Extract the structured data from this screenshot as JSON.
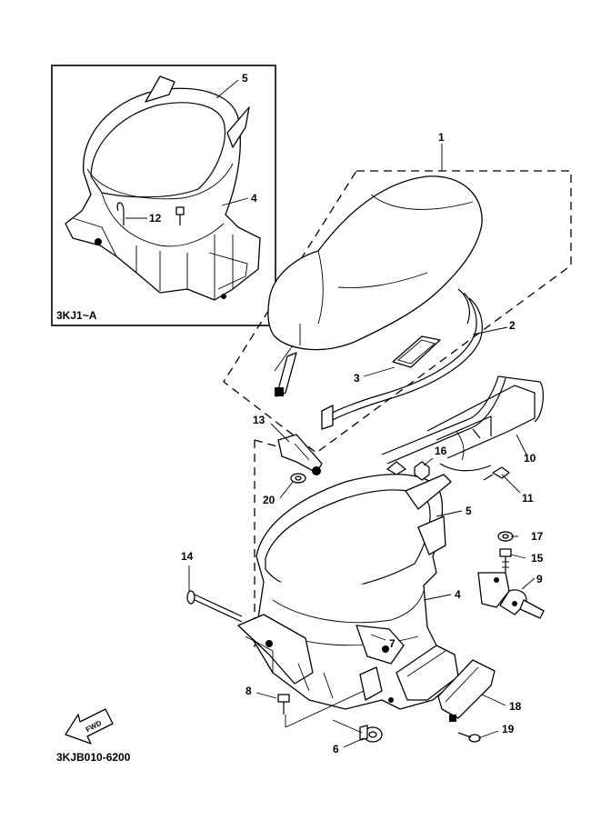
{
  "diagram": {
    "inset_label": "3KJ1~A",
    "drawing_number": "3KJB010-6200",
    "fwd_label": "FWD",
    "callouts": {
      "c1": "1",
      "c2": "2",
      "c3": "3",
      "c4": "4",
      "c5": "5",
      "c6": "6",
      "c7": "7",
      "c8": "8",
      "c9": "9",
      "c10": "10",
      "c11": "11",
      "c12": "12",
      "c13": "13",
      "c14": "14",
      "c15": "15",
      "c16": "16",
      "c17": "17",
      "c18": "18",
      "c19": "19",
      "c20": "20",
      "inset4": "4",
      "inset5": "5",
      "main4": "4",
      "main5": "5"
    }
  }
}
